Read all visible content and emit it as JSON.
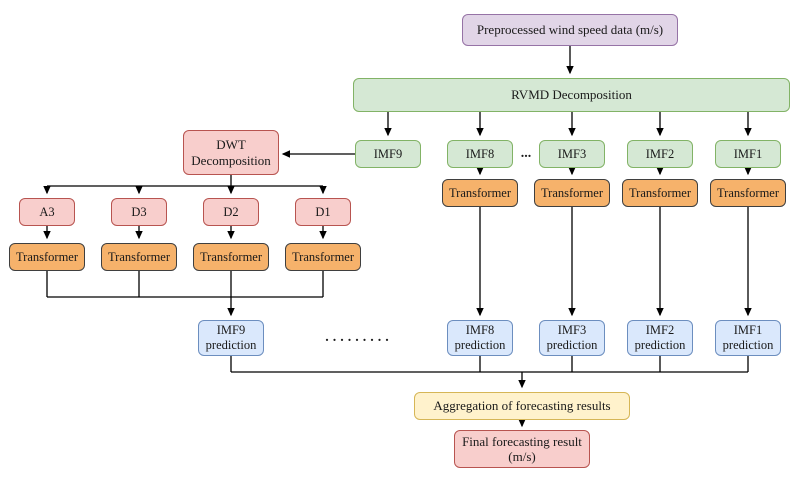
{
  "diagram_type": "flowchart",
  "nodes": {
    "preprocessed": "Preprocessed wind speed data (m/s)",
    "rvmd": "RVMD Decomposition",
    "imf9": "IMF9",
    "imf8": "IMF8",
    "imf3": "IMF3",
    "imf2": "IMF2",
    "imf1": "IMF1",
    "dwt": "DWT\nDecomposition",
    "a3": "A3",
    "d3": "D3",
    "d2": "D2",
    "d1": "D1",
    "transformer": "Transformer",
    "imf9_prediction": "IMF9\nprediction",
    "imf8_prediction": "IMF8\nprediction",
    "imf3_prediction": "IMF3\nprediction",
    "imf2_prediction": "IMF2\nprediction",
    "imf1_prediction": "IMF1\nprediction",
    "aggregation": "Aggregation of forecasting results",
    "final": "Final forecasting result\n(m/s)"
  },
  "separators": {
    "imf_ellipsis": "...",
    "prediction_ellipsis": "........."
  },
  "colors": {
    "purple_fill": "#e1d5e7",
    "purple_stroke": "#9673a6",
    "green_fill": "#d5e8d4",
    "green_stroke": "#82b366",
    "red_fill": "#f8cecc",
    "red_stroke": "#b85450",
    "orange_fill": "#f6b26b",
    "orange_stroke": "#3f3f3f",
    "blue_fill": "#dae8fc",
    "blue_stroke": "#6c8ebf",
    "yellow_fill": "#fff2cc",
    "yellow_stroke": "#d6b656",
    "arrow": "#000000"
  }
}
